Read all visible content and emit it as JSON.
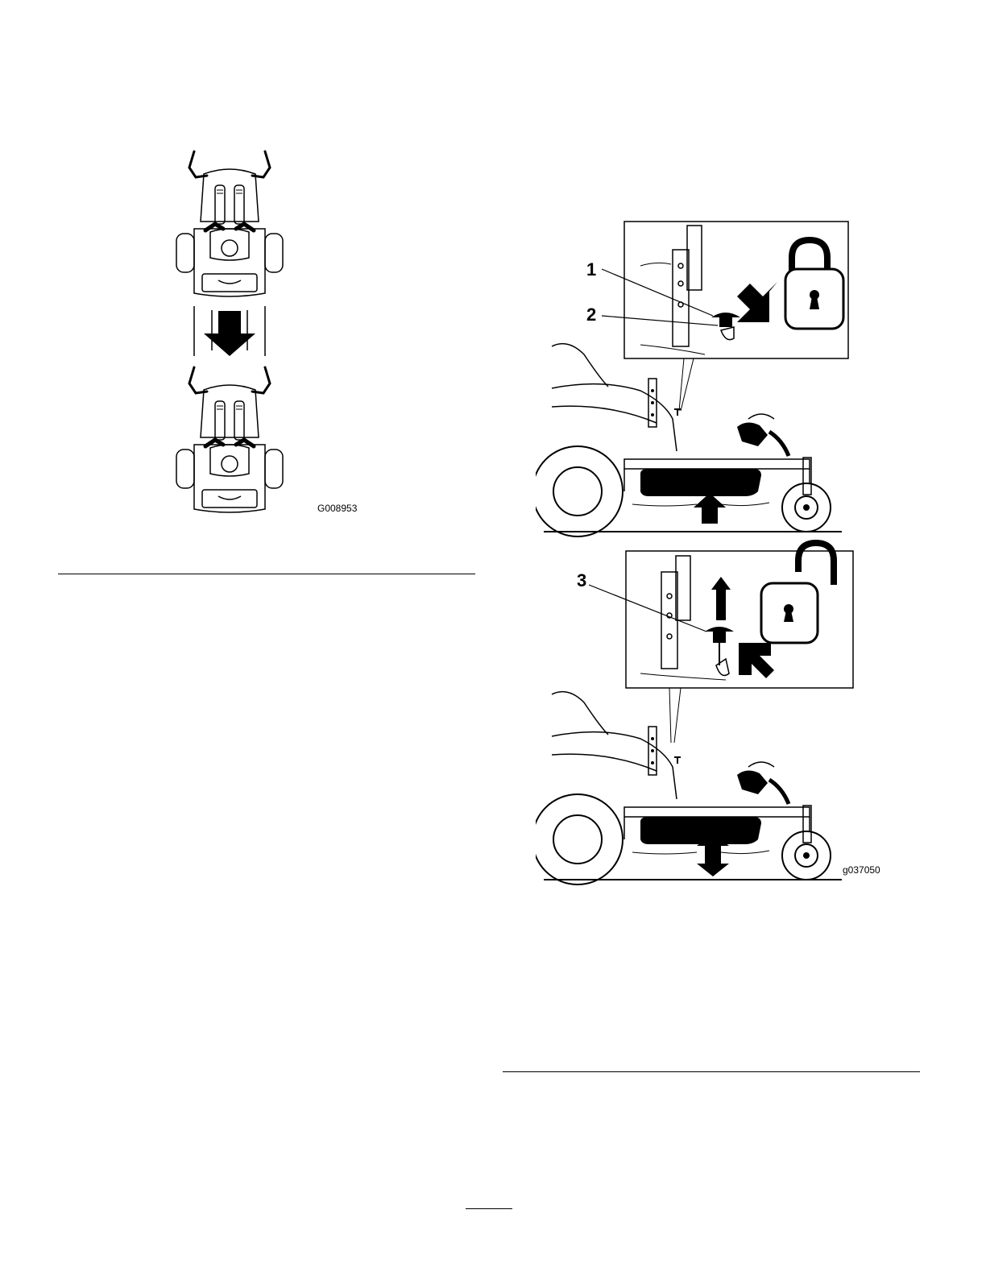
{
  "figures": {
    "left": {
      "code": "G008953"
    },
    "right": {
      "code": "g037050",
      "callouts": [
        "1",
        "2",
        "3"
      ]
    }
  },
  "icons": {
    "left_figure": [
      "mower-top-view-icon",
      "down-arrow-icon"
    ],
    "right_figure": [
      "lock-closed-icon",
      "lock-open-icon",
      "arrow-icon",
      "mower-side-view-icon"
    ]
  },
  "colors": {
    "ink": "#000000",
    "paper": "#ffffff"
  }
}
